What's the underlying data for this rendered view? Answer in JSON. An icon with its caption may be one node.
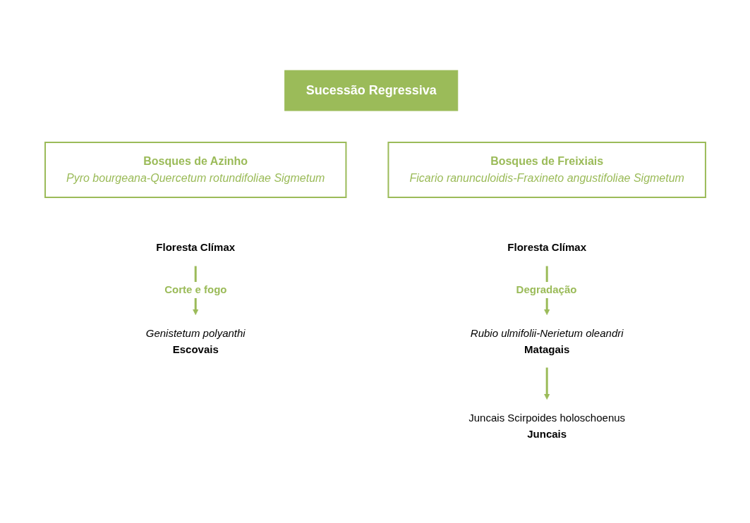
{
  "diagram": {
    "nodes": [
      {
        "text": [
          "Sucessão Regressiva"
        ]
      },
      {
        "text": [
          "Bosques de Azinho",
          "Pyro bourgeana-Quercetum rotundifoliae Sigmetum"
        ]
      },
      {
        "text": [
          "Bosques de Freixiais",
          "Ficario ranunculoidis-Fraxineto angustifoliae Sigmetum"
        ]
      },
      {
        "text": [
          "Floresta Clímax"
        ]
      },
      {
        "text": [
          "Genistetum polyanthi",
          "Escovais"
        ]
      },
      {
        "text": [
          "Floresta Clímax"
        ]
      },
      {
        "text": [
          "Rubio ulmifolii-Nerietum oleandri",
          "Matagais"
        ]
      },
      {
        "text": [
          "Juncais Scirpoides holoschoenus",
          "Juncais"
        ]
      }
    ],
    "edges": [
      {
        "from": 3,
        "to": 4,
        "arrow": "to",
        "label": "Corte e fogo"
      },
      {
        "from": 5,
        "to": 6,
        "arrow": "to",
        "label": "Degradação"
      },
      {
        "from": 6,
        "to": 7,
        "arrow": "to"
      }
    ]
  }
}
